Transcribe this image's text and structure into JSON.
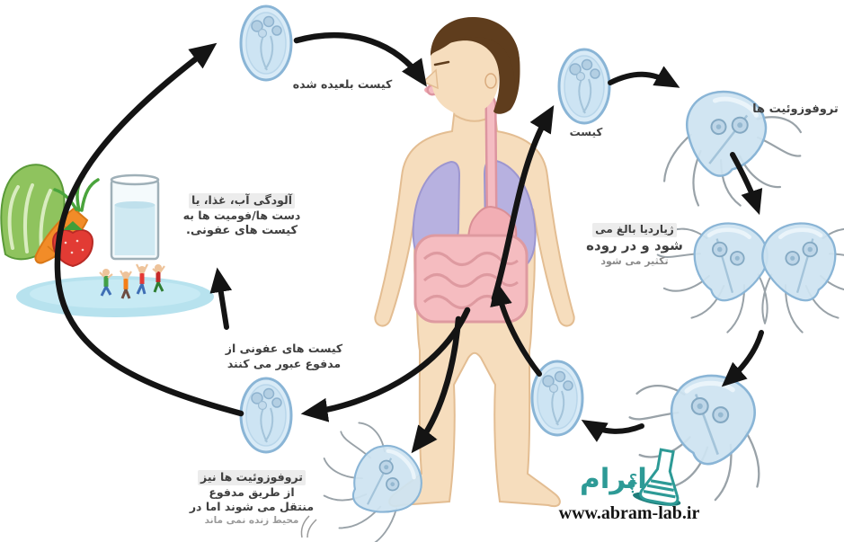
{
  "diagram": {
    "labels": {
      "ingested_cyst": "کیست بلعیده شده",
      "cyst": "کیست",
      "trophozoites": "تروفوزوئیت ها",
      "maturation_line1": "ژیاردیا بالغ می",
      "maturation_line2": "شود و در روده",
      "maturation_line3": "تکثیر می شود",
      "contamination_line1": "آلودگی آب، غذا، یا",
      "contamination_line2": "دست ها/فومیت ها به",
      "contamination_line3": "کیست های عفونی.",
      "cysts_pass_line1": "کیست های عفونی از",
      "cysts_pass_line2": "مدفوع عبور می کنند",
      "troph_pass_line1": "تروفوزوئیت ها نیز",
      "troph_pass_line2": "از طریق مدفوع",
      "troph_pass_line3": "منتقل می شوند اما در",
      "troph_pass_line4": "محیط زنده نمی ماند"
    },
    "branding": {
      "logo_text": "ابرام",
      "website": "www.abram-lab.ir"
    },
    "colors": {
      "cyst_fill": "#d9ebf7",
      "cyst_border": "#8ab5d6",
      "trophozoite_fill": "#cde3f1",
      "arrow_black": "#141414",
      "skin": "#f6ddbd",
      "lungs_purple": "#b7b1e0",
      "digestive_pink": "#f5bcc0",
      "water_blue": "#b7e2ee",
      "logo_teal": "#2d9a96"
    }
  }
}
